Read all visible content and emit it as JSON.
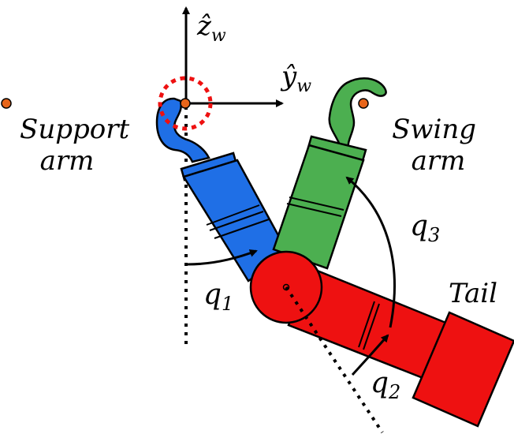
{
  "labels": {
    "z_axis": {
      "base": "ẑ",
      "sub": "w"
    },
    "y_axis": {
      "base": "ŷ",
      "sub": "w"
    },
    "support_arm": [
      "Support",
      "arm"
    ],
    "swing_arm": [
      "Swing",
      "arm"
    ],
    "tail": "Tail",
    "q1": {
      "base": "q",
      "sub": "1"
    },
    "q2": {
      "base": "q",
      "sub": "2"
    },
    "q3": {
      "base": "q",
      "sub": "3"
    }
  },
  "colors": {
    "support_arm": "#1f6fe6",
    "swing_arm": "#4caf50",
    "tail": "#ee1111",
    "pivot_dot": "#e8651a",
    "grip_circle": "#ee1111",
    "outline": "#000000"
  }
}
